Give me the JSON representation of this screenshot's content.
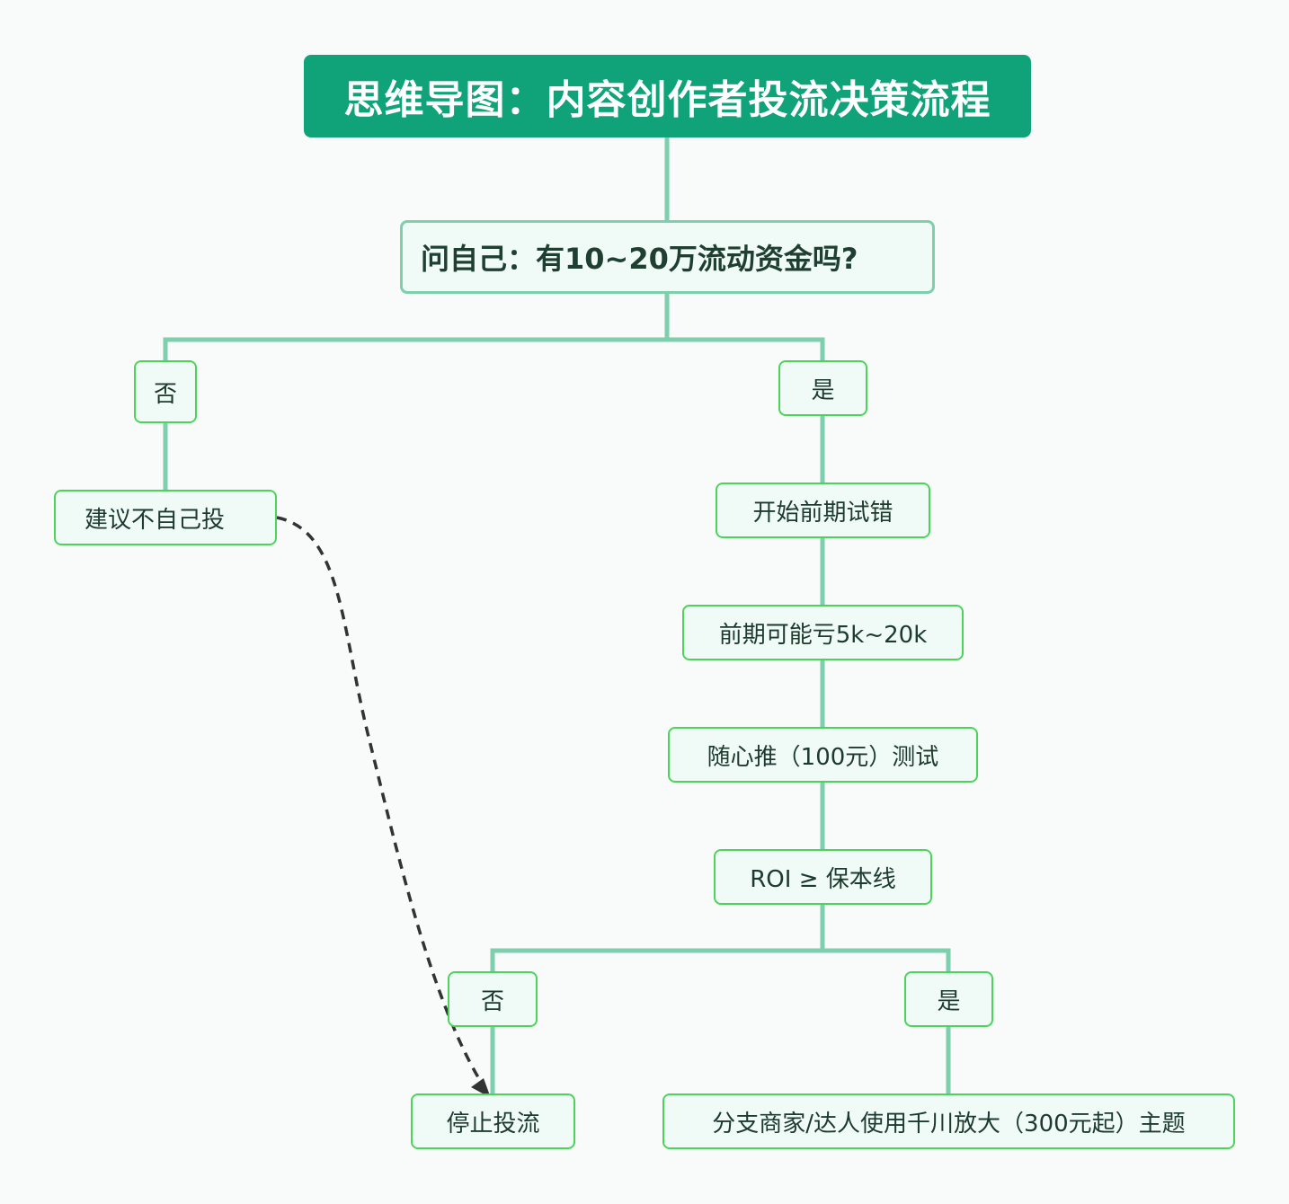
{
  "diagram": {
    "title": "思维导图：内容创作者投流决策流程",
    "question": "问自己：有10~20万流动资金吗?",
    "branch_no": "否",
    "branch_yes": "是",
    "no_advice": "建议不自己投",
    "steps": [
      "开始前期试错",
      "前期可能亏5k~20k",
      "随心推（100元）测试",
      "ROI ≥ 保本线"
    ],
    "roi_no": "否",
    "roi_yes": "是",
    "stop": "停止投流",
    "scale_up": "分支商家/达人使用千川放大（300元起）主题"
  },
  "colors": {
    "root_fill": "#10a37a",
    "connector": "#7ecfae",
    "node_border": "#4cd45a",
    "node_fill": "#f0fbf7",
    "dashed_arrow": "#333333"
  }
}
